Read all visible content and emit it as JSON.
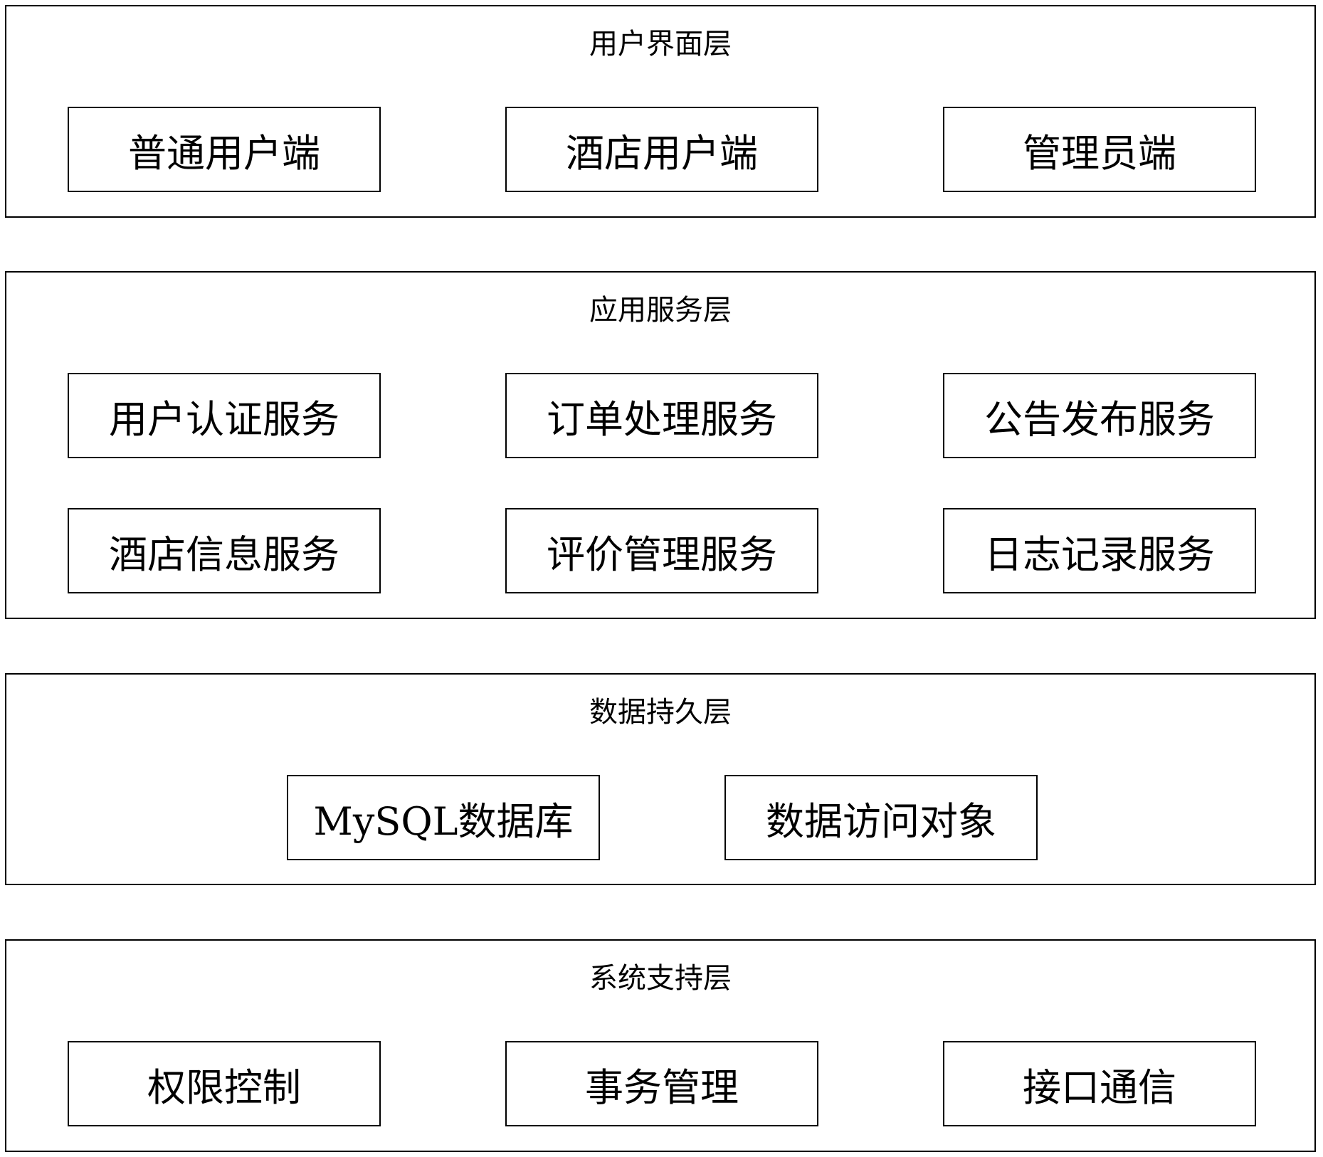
{
  "layers": [
    {
      "title": "用户界面层",
      "modules": [
        "普通用户端",
        "酒店用户端",
        "管理员端"
      ]
    },
    {
      "title": "应用服务层",
      "modules": [
        "用户认证服务",
        "订单处理服务",
        "公告发布服务",
        "酒店信息服务",
        "评价管理服务",
        "日志记录服务"
      ]
    },
    {
      "title": "数据持久层",
      "modules": [
        "MySQL数据库",
        "数据访问对象"
      ]
    },
    {
      "title": "系统支持层",
      "modules": [
        "权限控制",
        "事务管理",
        "接口通信"
      ]
    }
  ]
}
